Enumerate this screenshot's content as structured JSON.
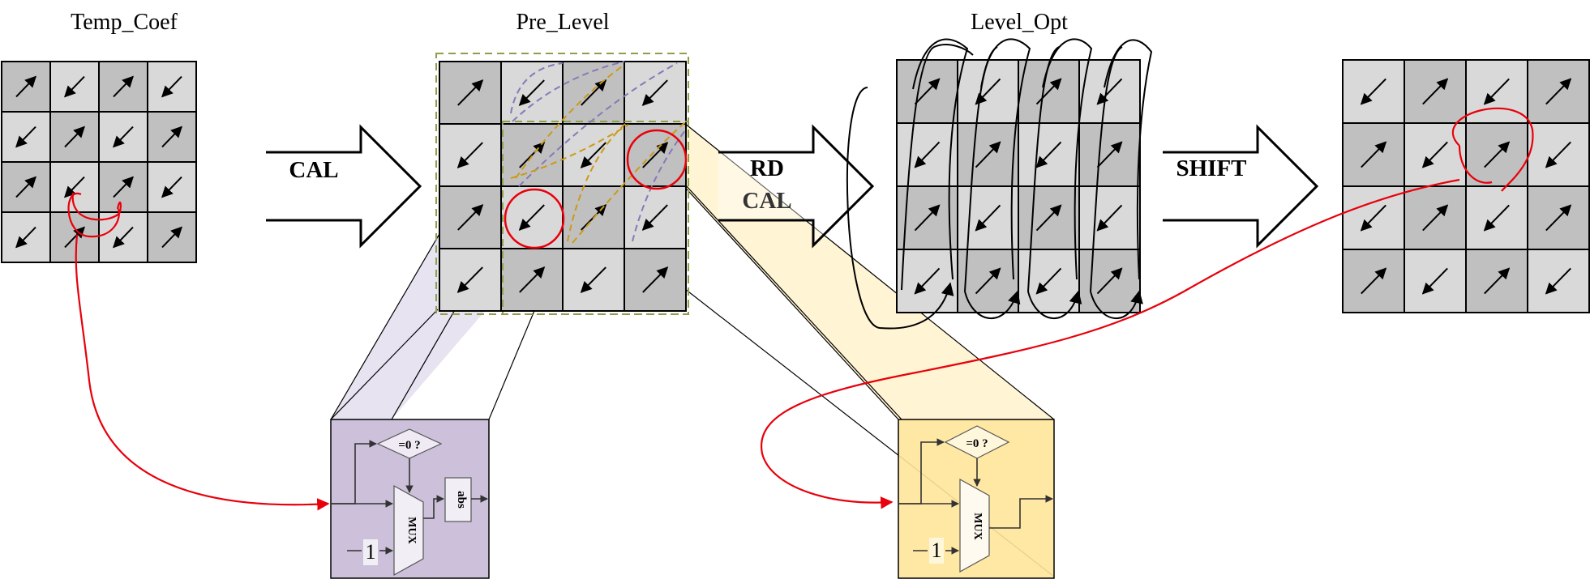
{
  "titles": {
    "grid1": "Temp_Coef",
    "grid2": "Pre_Level",
    "grid3": "Level_Opt"
  },
  "steps": {
    "cal": "CAL",
    "rd": "RD",
    "rd_cal": "CAL",
    "shift": "SHIFT"
  },
  "circuit_left": {
    "compare": "=0 ?",
    "mux": "MUX",
    "abs": "abs",
    "const": "1"
  },
  "circuit_right": {
    "compare": "=0 ?",
    "mux": "MUX",
    "const": "1"
  },
  "grids": {
    "temp_coef": {
      "shade": [
        [
          1,
          0,
          1,
          0
        ],
        [
          0,
          1,
          0,
          1
        ],
        [
          1,
          0,
          1,
          0
        ],
        [
          0,
          1,
          0,
          1
        ]
      ],
      "arrows": [
        [
          "ne",
          "sw",
          "ne",
          "sw"
        ],
        [
          "sw",
          "ne",
          "sw",
          "ne"
        ],
        [
          "ne",
          "sw",
          "ne",
          "sw"
        ],
        [
          "sw",
          "ne",
          "sw",
          "ne"
        ]
      ]
    },
    "pre_level": {
      "shade": [
        [
          1,
          0,
          1,
          0
        ],
        [
          0,
          1,
          0,
          1
        ],
        [
          1,
          0,
          1,
          0
        ],
        [
          0,
          1,
          0,
          1
        ]
      ],
      "arrows": [
        [
          "ne",
          "sw",
          "ne",
          "sw"
        ],
        [
          "sw",
          "ne",
          "sw",
          "ne"
        ],
        [
          "ne",
          "sw",
          "ne",
          "sw"
        ],
        [
          "sw",
          "ne",
          "sw",
          "ne"
        ]
      ]
    },
    "level_opt": {
      "shade": [
        [
          1,
          0,
          1,
          0
        ],
        [
          0,
          1,
          0,
          1
        ],
        [
          1,
          0,
          1,
          0
        ],
        [
          0,
          1,
          0,
          1
        ]
      ],
      "arrows": [
        [
          "ne",
          "sw",
          "ne",
          "sw"
        ],
        [
          "sw",
          "ne",
          "sw",
          "ne"
        ],
        [
          "ne",
          "sw",
          "ne",
          "sw"
        ],
        [
          "sw",
          "ne",
          "sw",
          "ne"
        ]
      ]
    },
    "result": {
      "shade": [
        [
          0,
          1,
          0,
          1
        ],
        [
          1,
          0,
          1,
          0
        ],
        [
          0,
          1,
          0,
          1
        ],
        [
          1,
          0,
          1,
          0
        ]
      ],
      "arrows": [
        [
          "sw",
          "ne",
          "sw",
          "ne"
        ],
        [
          "ne",
          "sw",
          "ne",
          "sw"
        ],
        [
          "sw",
          "ne",
          "sw",
          "ne"
        ],
        [
          "ne",
          "sw",
          "ne",
          "sw"
        ]
      ]
    }
  },
  "colors": {
    "cell_dark": "#c0c0c0",
    "cell_light": "#d9d9d9",
    "purple_box": "#ccc0da",
    "purple_beam": "#e2dcec",
    "yellow_box": "#ffe699",
    "yellow_beam": "#fff2cc",
    "red": "#e8000b",
    "dash_olive": "#8aa04a",
    "dash_purple": "#8878b8",
    "dash_gold": "#cc9a18"
  }
}
